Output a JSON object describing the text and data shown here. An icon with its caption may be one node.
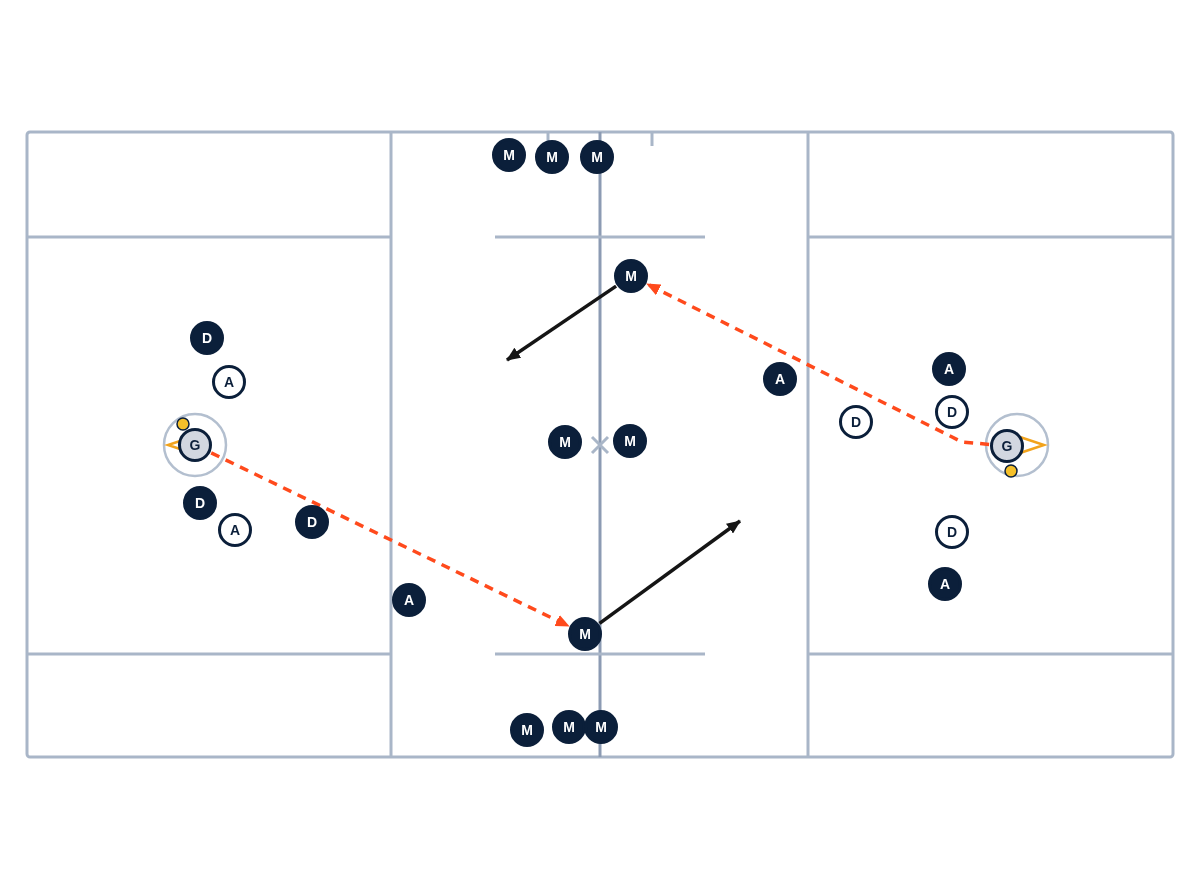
{
  "diagram": {
    "nodes": [
      {
        "text": [
          "M"
        ]
      },
      {
        "text": [
          "M"
        ]
      },
      {
        "text": [
          "M"
        ]
      },
      {
        "text": [
          "M"
        ]
      },
      {
        "text": [
          "D"
        ]
      },
      {
        "text": [
          "A"
        ]
      },
      {
        "text": [
          "A"
        ]
      },
      {
        "text": [
          "A"
        ]
      },
      {
        "text": [
          "D"
        ]
      },
      {
        "text": [
          "D"
        ]
      },
      {
        "text": [
          "G"
        ]
      },
      {
        "text": [
          "M"
        ]
      },
      {
        "text": [
          "M"
        ]
      },
      {
        "text": [
          "G"
        ]
      },
      {
        "text": [
          "D"
        ]
      },
      {
        "text": [
          "A"
        ]
      },
      {
        "text": [
          "D"
        ]
      },
      {
        "text": [
          "D"
        ]
      },
      {
        "text": [
          "A"
        ]
      },
      {
        "text": [
          "A"
        ]
      },
      {
        "text": [
          "M"
        ]
      },
      {
        "text": [
          "M"
        ]
      },
      {
        "text": [
          "M"
        ]
      },
      {
        "text": [
          "M"
        ]
      }
    ],
    "edges": [
      {
        "from": 10,
        "to": 20,
        "arrow": "to",
        "style": "dashed",
        "color": "#ff4a1c"
      },
      {
        "from": 13,
        "to": 3,
        "arrow": "to",
        "style": "dashed",
        "color": "#ff4a1c"
      },
      {
        "from": 3,
        "to": null,
        "arrow": "to",
        "color": "#151515"
      },
      {
        "from": 20,
        "to": null,
        "arrow": "to",
        "color": "#151515"
      }
    ]
  }
}
